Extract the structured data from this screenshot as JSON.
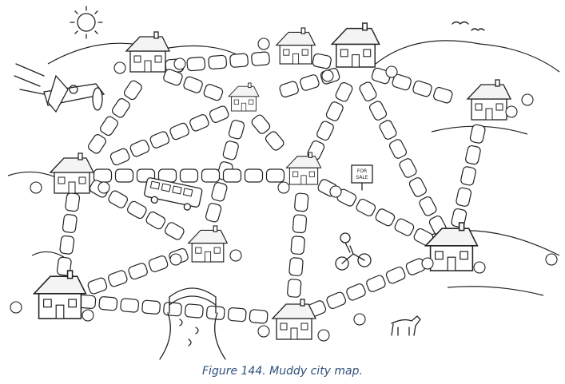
{
  "caption": "Figure 144. Muddy city map.",
  "sale_sign": {
    "line1": "FOR",
    "line2": "SALE"
  },
  "houses": [
    {
      "id": "h-top-left"
    },
    {
      "id": "h-top-middle"
    },
    {
      "id": "h-top-right"
    },
    {
      "id": "h-center-top"
    },
    {
      "id": "h-right-upper"
    },
    {
      "id": "h-left-middle"
    },
    {
      "id": "h-center"
    },
    {
      "id": "h-center-lower"
    },
    {
      "id": "h-right-cottage"
    },
    {
      "id": "h-bottom-left"
    },
    {
      "id": "h-bottom-center"
    }
  ]
}
